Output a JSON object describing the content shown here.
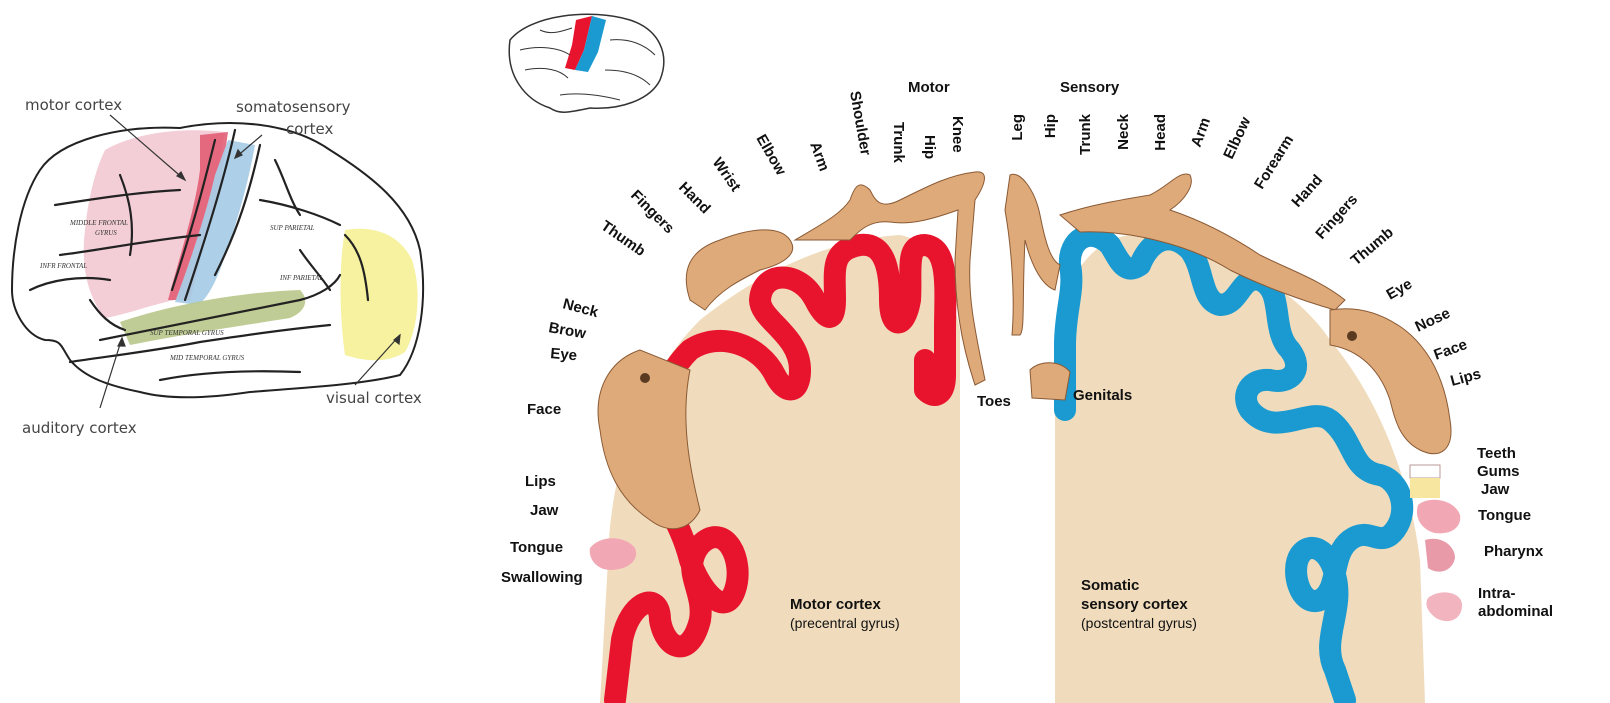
{
  "lateral_brain": {
    "labels": {
      "motor": "motor cortex",
      "somatosensory_line1": "somatosensory",
      "somatosensory_line2": "cortex",
      "auditory": "auditory cortex",
      "visual": "visual cortex"
    },
    "region_colors": {
      "motor": "#f3c9d3",
      "motor_strip": "#e0566f",
      "somatosensory": "#a9cce6",
      "auditory": "#bcc98f",
      "visual": "#f6f19a"
    }
  },
  "homunculus": {
    "headers": {
      "motor": "Motor",
      "sensory": "Sensory"
    },
    "motor_labels": {
      "knee": "Knee",
      "hip": "Hip",
      "trunk": "Trunk",
      "shoulder": "Shoulder",
      "arm": "Arm",
      "elbow": "Elbow",
      "wrist": "Wrist",
      "hand": "Hand",
      "fingers": "Fingers",
      "thumb": "Thumb",
      "neck": "Neck",
      "brow": "Brow",
      "eye": "Eye",
      "face": "Face",
      "lips": "Lips",
      "jaw": "Jaw",
      "tongue": "Tongue",
      "swallowing": "Swallowing",
      "toes": "Toes"
    },
    "sensory_labels": {
      "leg": "Leg",
      "hip": "Hip",
      "trunk": "Trunk",
      "neck": "Neck",
      "head": "Head",
      "arm": "Arm",
      "elbow": "Elbow",
      "forearm": "Forearm",
      "hand": "Hand",
      "fingers": "Fingers",
      "thumb": "Thumb",
      "eye": "Eye",
      "nose": "Nose",
      "face": "Face",
      "lips": "Lips",
      "teeth": "Teeth",
      "gums": "Gums",
      "jaw": "Jaw",
      "tongue": "Tongue",
      "pharynx": "Pharynx",
      "intra_1": "Intra-",
      "intra_2": "abdominal",
      "genitals": "Genitals"
    },
    "captions": {
      "motor_title": "Motor cortex",
      "motor_sub": "(precentral gyrus)",
      "sensory_title_1": "Somatic",
      "sensory_title_2": "sensory cortex",
      "sensory_sub": "(postcentral gyrus)"
    },
    "colors": {
      "motor_cortex": "#e8142e",
      "sensory_cortex": "#1a9ad0",
      "tissue": "#f0dcbc",
      "body": "#dfaa7a",
      "tongue": "#f2a8b4"
    }
  }
}
